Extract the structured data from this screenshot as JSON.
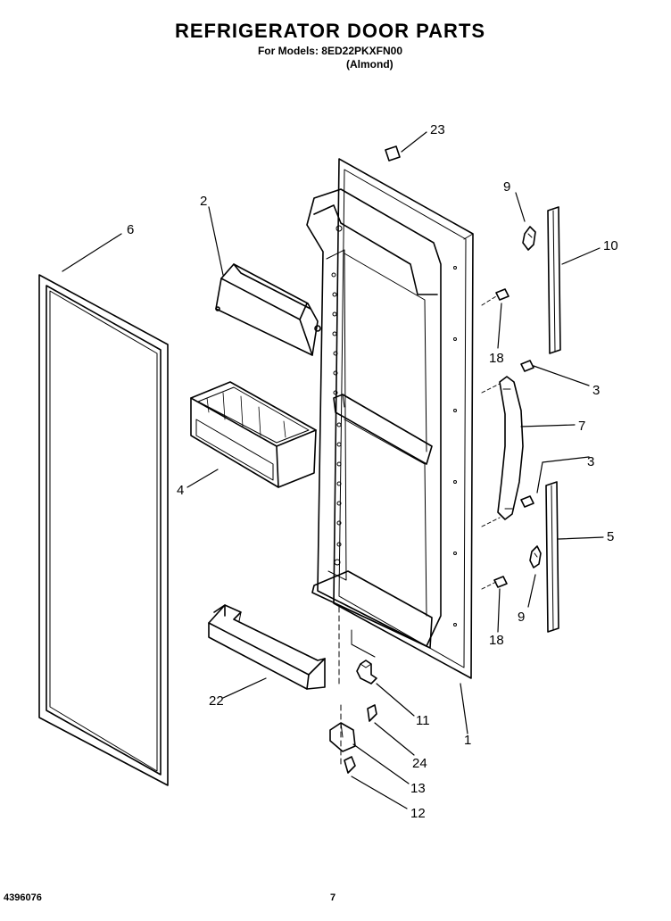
{
  "header": {
    "title": "REFRIGERATOR DOOR PARTS",
    "models": "For Models: 8ED22PKXFN00",
    "color": "(Almond)"
  },
  "footer": {
    "doc_number": "4396076",
    "page": "7"
  },
  "callouts": {
    "c1": "1",
    "c2": "2",
    "c3a": "3",
    "c3b": "3",
    "c4": "4",
    "c5": "5",
    "c6": "6",
    "c7": "7",
    "c9a": "9",
    "c9b": "9",
    "c10": "10",
    "c11": "11",
    "c12": "12",
    "c13": "13",
    "c18a": "18",
    "c18b": "18",
    "c22": "22",
    "c23": "23",
    "c24": "24"
  }
}
